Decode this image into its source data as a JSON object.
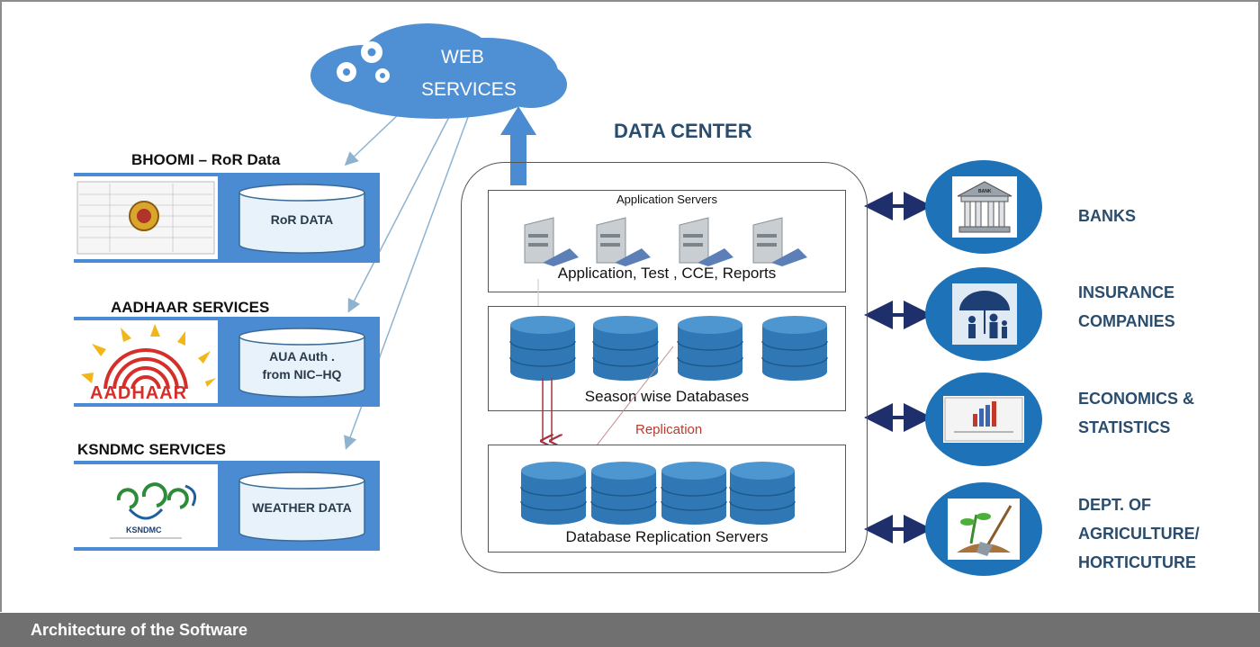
{
  "cloud": {
    "label_line1": "WEB",
    "label_line2": "SERVICES"
  },
  "data_center": {
    "title": "DATA CENTER",
    "app_servers": {
      "title": "Application Servers",
      "caption": "Application, Test , CCE, Reports"
    },
    "season_db": {
      "caption": "Season wise Databases"
    },
    "replication_label": "Replication",
    "replication_servers": {
      "caption": "Database Replication Servers"
    }
  },
  "sources": [
    {
      "title": "BHOOMI – RoR Data",
      "db_label": "RoR DATA"
    },
    {
      "title": "AADHAAR SERVICES",
      "db_label_line1": "AUA Auth .",
      "db_label_line2": "from NIC–HQ",
      "logo_text": "AADHAAR"
    },
    {
      "title": "KSNDMC SERVICES",
      "db_label": "WEATHER DATA",
      "logo_text": "KSNDMC"
    }
  ],
  "partners": [
    {
      "line1": "BANKS",
      "line2": "",
      "line3": "",
      "icon_text": "BANK"
    },
    {
      "line1": "INSURANCE",
      "line2": "COMPANIES",
      "line3": ""
    },
    {
      "line1": "ECONOMICS  &",
      "line2": "STATISTICS",
      "line3": ""
    },
    {
      "line1": "DEPT. OF",
      "line2": "AGRICULTURE/",
      "line3": "HORTICUTURE"
    }
  ],
  "caption": "Architecture of the Software",
  "colors": {
    "accent_blue": "#4a8bd1",
    "oval_blue": "#1e73b8",
    "db_blue": "#2f78b5",
    "arrow_navy": "#1f2f6b",
    "replication_red": "#c0392b"
  }
}
